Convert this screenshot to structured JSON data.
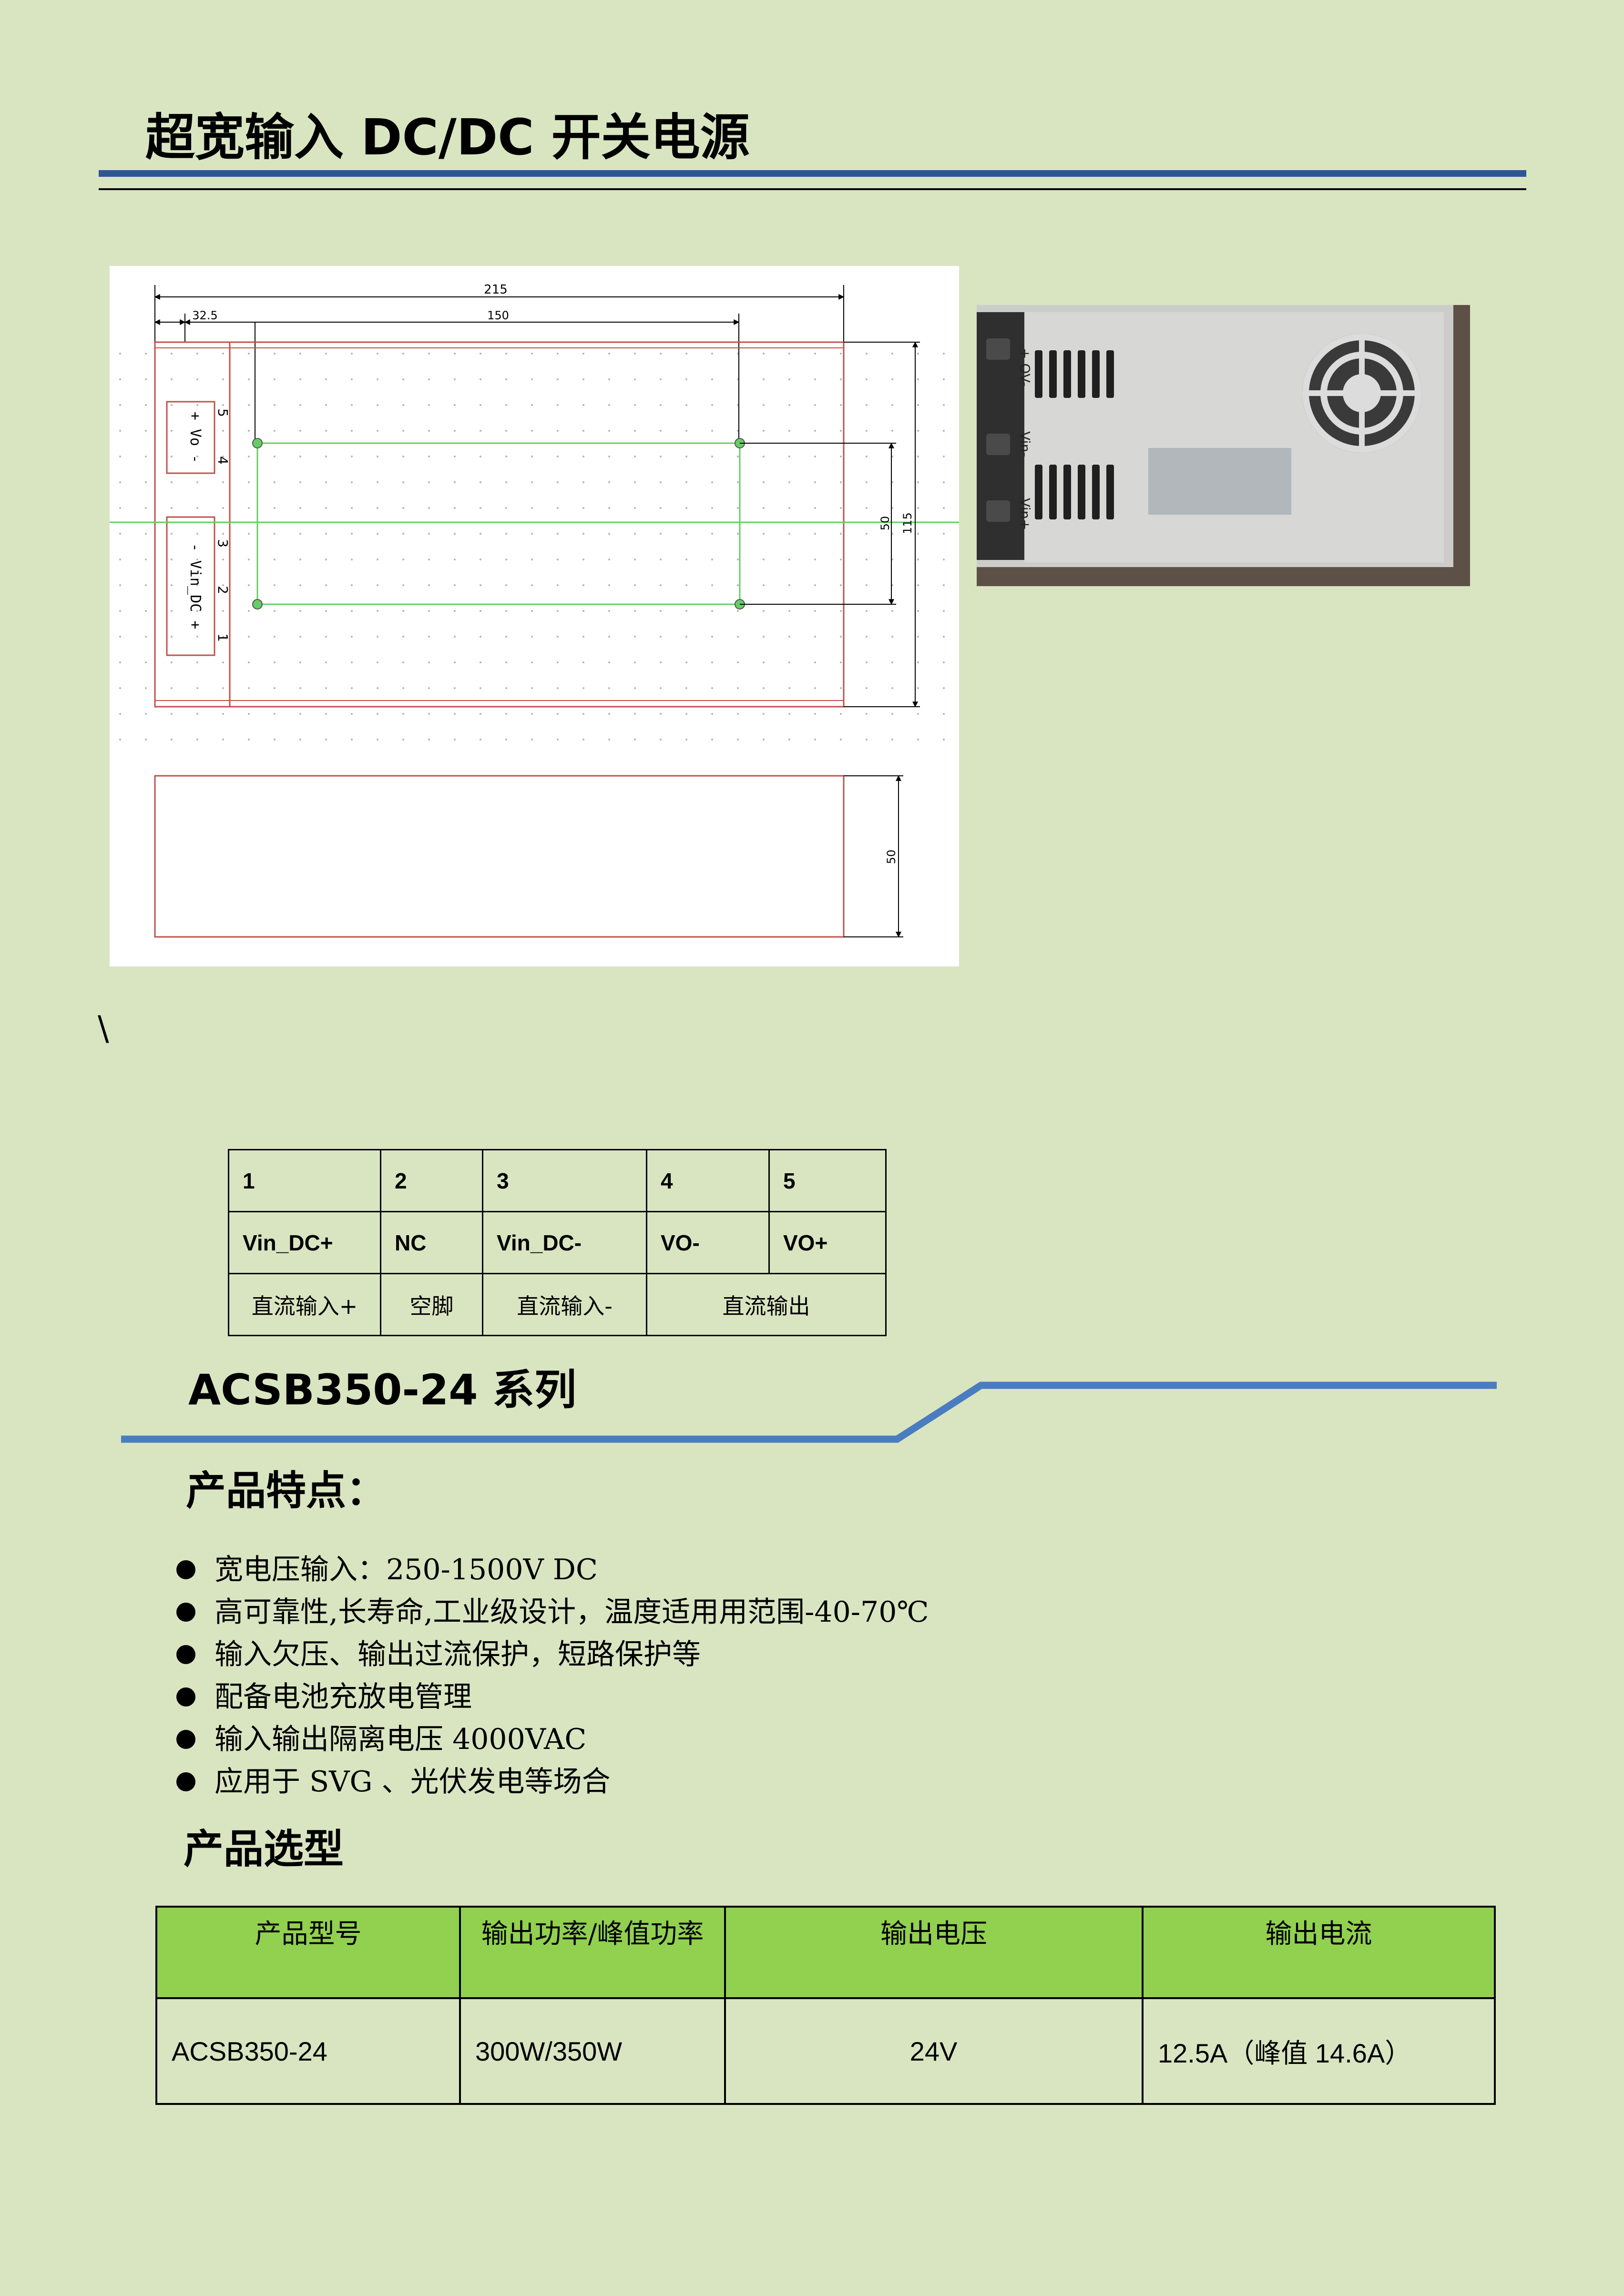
{
  "header": {
    "title": "超宽输入 DC/DC 开关电源"
  },
  "drawing": {
    "dims": {
      "total_length": "215",
      "edge_offset": "32.5",
      "hole_spacing_x": "150",
      "hole_spacing_y": "50",
      "width": "115",
      "height": "50"
    },
    "terminal_numbers": [
      "5",
      "4",
      "3",
      "2",
      "1"
    ],
    "labels": {
      "output": "+ Vo -",
      "input": "- Vin_DC +"
    }
  },
  "photo": {
    "labels": [
      "+ OV-",
      "Vin-",
      "Vin+"
    ]
  },
  "stray_text": "\\",
  "pin_table": {
    "numbers": [
      "1",
      "2",
      "3",
      "4",
      "5"
    ],
    "signals": [
      "Vin_DC+",
      "NC",
      "Vin_DC-",
      "VO-",
      "VO+"
    ],
    "descriptions": [
      "直流输入+",
      "空脚",
      "直流输入-",
      "直流输出"
    ]
  },
  "series": {
    "title": "ACSB350-24 系列"
  },
  "features": {
    "heading": "产品特点：",
    "items": [
      "宽电压输入：250-1500V DC",
      "高可靠性,长寿命,工业级设计，温度适用用范围-40-70℃",
      "输入欠压、输出过流保护，短路保护等",
      "配备电池充放电管理",
      "输入输出隔离电压 4000VAC",
      "应用于 SVG 、光伏发电等场合"
    ]
  },
  "selection": {
    "heading": "产品选型",
    "columns": [
      "产品型号",
      "输出功率/峰值功率",
      "输出电压",
      "输出电流"
    ],
    "rows": [
      [
        "ACSB350-24",
        "300W/350W",
        "24V",
        "12.5A（峰值 14.6A）"
      ]
    ]
  },
  "colors": {
    "background": "#d9e5c1",
    "title_rule": "#2e5597",
    "series_rule": "#4a7cc0",
    "table_header": "#92d050",
    "drawing_outline": "#c0504d",
    "drawing_guides": "#66cc66"
  }
}
